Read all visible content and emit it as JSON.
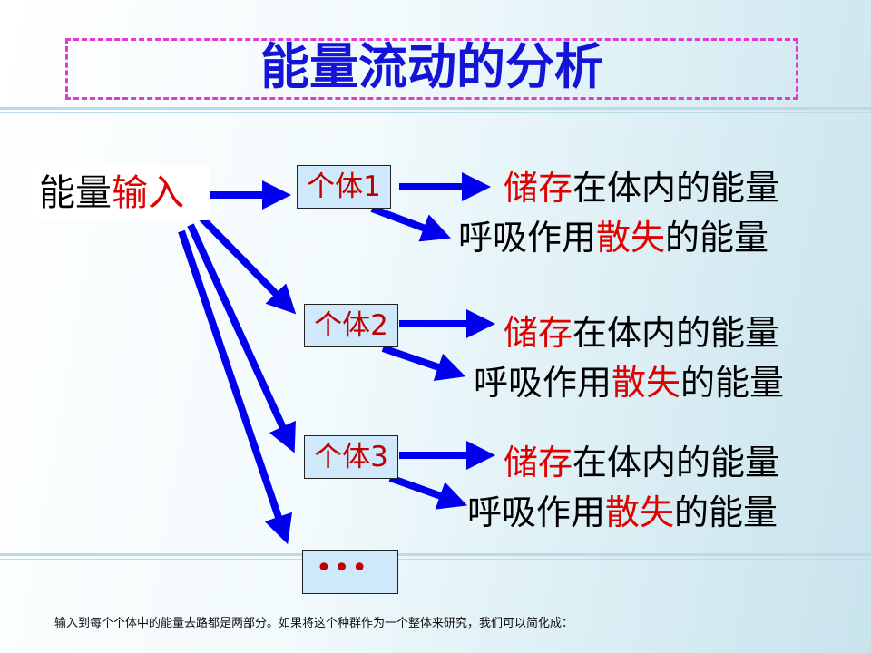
{
  "title": "能量流动的分析",
  "source": {
    "black": "能量",
    "red": "输入"
  },
  "individuals": [
    "个体1",
    "个体2",
    "个体3"
  ],
  "more": "•••",
  "stored": {
    "red": "储存",
    "black": "在体内的能量"
  },
  "lost": {
    "black1": "呼吸作用",
    "red": "散失",
    "black2": "的能量"
  },
  "footer": "输入到每个个体中的能量去路都是两部分。如果将这个种群作为一个整体来研究，我们可以简化成：",
  "colors": {
    "arrow": "#0000ee",
    "title": "#1414d8",
    "highlight": "#e00000"
  }
}
